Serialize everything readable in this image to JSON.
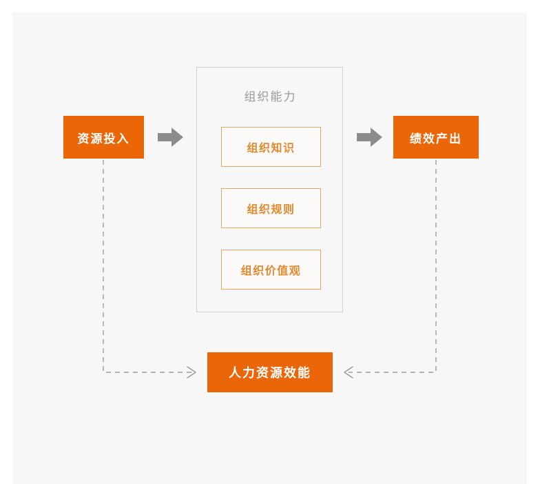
{
  "diagram": {
    "title_node": {
      "label": "组织能力",
      "color": "#9a9a9a"
    },
    "nodes": {
      "resource_input": {
        "label": "资源投入",
        "style": "solid-orange",
        "fill": "#ea6608",
        "text_color": "#ffffff"
      },
      "performance_output": {
        "label": "绩效产出",
        "style": "solid-orange",
        "fill": "#ea6608",
        "text_color": "#ffffff"
      },
      "hr_efficiency": {
        "label": "人力资源效能",
        "style": "solid-orange",
        "fill": "#ea6608",
        "text_color": "#ffffff"
      },
      "org_knowledge": {
        "label": "组织知识",
        "style": "outlined-orange",
        "border": "#e3a765",
        "text_color": "#e08a2e"
      },
      "org_rules": {
        "label": "组织规则",
        "style": "outlined-orange",
        "border": "#e3a765",
        "text_color": "#e08a2e"
      },
      "org_values": {
        "label": "组织价值观",
        "style": "outlined-orange",
        "border": "#e3a765",
        "text_color": "#e08a2e"
      }
    },
    "connectors": [
      {
        "name": "input-to-capability",
        "kind": "block-arrow",
        "direction": "right",
        "color": "#8c8c8c"
      },
      {
        "name": "capability-to-output",
        "kind": "block-arrow",
        "direction": "right",
        "color": "#8c8c8c"
      },
      {
        "name": "input-to-hr-efficiency",
        "kind": "dashed-elbow",
        "direction": "right",
        "color": "#9b9b9b"
      },
      {
        "name": "output-to-hr-efficiency",
        "kind": "dashed-elbow",
        "direction": "left",
        "color": "#9b9b9b"
      }
    ],
    "palette": {
      "canvas": "#f7f7f7",
      "page": "#ffffff",
      "accent_orange": "#ea6608",
      "outline_orange": "#e3a765",
      "group_border": "#cfcfcf",
      "grey_arrow": "#8c8c8c",
      "dashed_line": "#9b9b9b"
    }
  }
}
